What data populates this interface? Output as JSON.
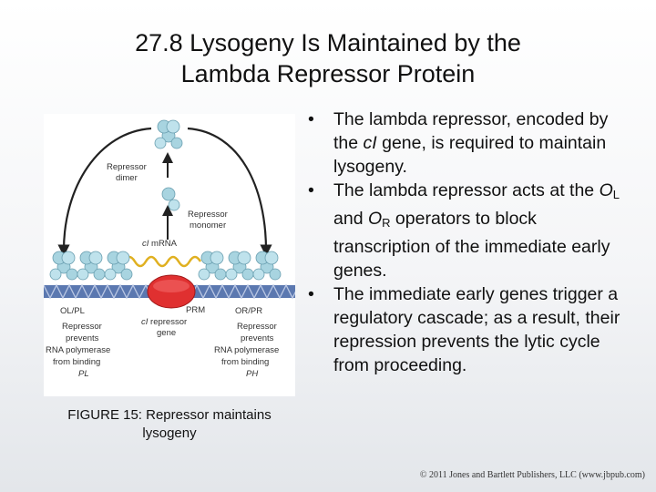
{
  "slide": {
    "title_line1": "27.8  Lysogeny Is Maintained by the",
    "title_line2": "Lambda Repressor Protein"
  },
  "figure": {
    "labels": {
      "repressor_dimer_1": "Repressor",
      "repressor_dimer_2": "dimer",
      "repressor_monomer_1": "Repressor",
      "repressor_monomer_2": "monomer",
      "ci_mrna_italic": "cI",
      "ci_mrna_rest": " mRNA",
      "ol_pl": "OL/PL",
      "prm": "PRM",
      "or_pr": "OR/PR",
      "ci_gene_1_italic": "cI",
      "ci_gene_1_rest": " repressor",
      "ci_gene_2": "gene",
      "left_block": [
        "Repressor",
        "prevents",
        "RNA polymerase",
        "from binding",
        "PL"
      ],
      "right_block": [
        "Repressor",
        "prevents",
        "RNA polymerase",
        "from binding",
        "PH"
      ]
    },
    "caption_line1": "FIGURE 15: Repressor maintains",
    "caption_line2": "lysogeny",
    "colors": {
      "dna": "#5b78b0",
      "polymerase": "#e03030",
      "repressor": "#a8d4e0",
      "mrna": "#e0b020"
    }
  },
  "bullets": [
    {
      "pre": "The lambda repressor, encoded by the ",
      "italic": "cI",
      "post": " gene, is required to maintain lysogeny."
    },
    {
      "pre": "The lambda repressor acts at the ",
      "o1": "O",
      "s1": "L",
      "mid": " and ",
      "o2": "O",
      "s2": "R",
      "post": " operators to block transcription of the immediate early genes."
    },
    {
      "text": "The immediate early genes trigger a regulatory cascade; as a result, their repression prevents the lytic cycle from proceeding."
    }
  ],
  "footer": "© 2011 Jones and Bartlett Publishers, LLC (www.jbpub.com)"
}
